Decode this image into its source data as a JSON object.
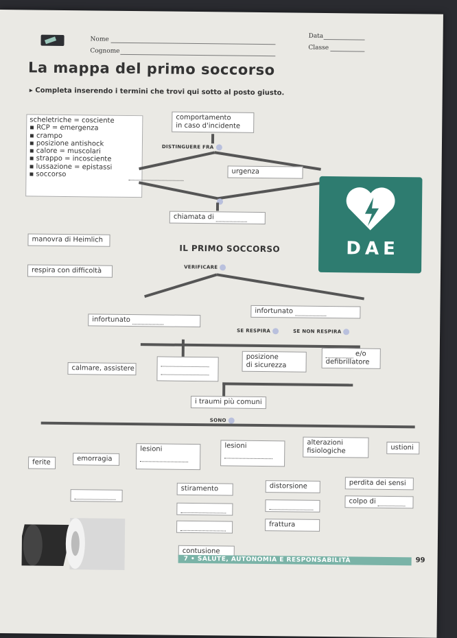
{
  "header": {
    "nome_label": "Nome",
    "cognome_label": "Cognome",
    "data_label": "Data",
    "classe_label": "Classe"
  },
  "title": "La mappa del primo soccorso",
  "instruction": "Completa inserendo i termini che trovi qui sotto al posto giusto.",
  "word_list": [
    "scheletriche = cosciente",
    "RCP = emergenza",
    "crampo",
    "posizione antishock",
    "calore = muscolari",
    "strappo = incosciente",
    "lussazione = epistassi",
    "soccorso"
  ],
  "map": {
    "comportamento": "comportamento",
    "in_caso": "in caso d'incidente",
    "distinguere": "DISTINGUERE FRA",
    "urgenza": "urgenza",
    "chiamata": "chiamata di",
    "manovra": "manovra di Heimlich",
    "center_title": "IL PRIMO SOCCORSO",
    "verificare": "VERIFICARE",
    "respira_diff": "respira con difficoltà",
    "infortunato_left": "infortunato",
    "infortunato_right": "infortunato",
    "se_respira": "SE RESPIRA",
    "se_non_respira": "SE NON RESPIRA",
    "posizione": "posizione",
    "di_sicurezza": "di sicurezza",
    "eo": "e/o",
    "defibrillatore": "defibrillatore",
    "calmare": "calmare, assistere",
    "traumi": "i traumi più comuni",
    "sono": "SONO",
    "ferite": "ferite",
    "emorragia": "emorragia",
    "lesioni_1": "lesioni",
    "lesioni_2": "lesioni",
    "alterazioni": "alterazioni",
    "fisiologiche": "fisiologiche",
    "ustioni": "ustioni",
    "stiramento": "stiramento",
    "distorsione": "distorsione",
    "perdita": "perdita dei sensi",
    "colpo_di": "colpo di",
    "frattura": "frattura",
    "contusione": "contusione"
  },
  "dae_label": "DAE",
  "footer": "7 • SALUTE, AUTONOMIA E RESPONSABILITÀ",
  "page_number": "99",
  "colors": {
    "accent": "#7ab3a7",
    "dae_green": "#2e7c70",
    "dot": "#b9c0dd"
  }
}
